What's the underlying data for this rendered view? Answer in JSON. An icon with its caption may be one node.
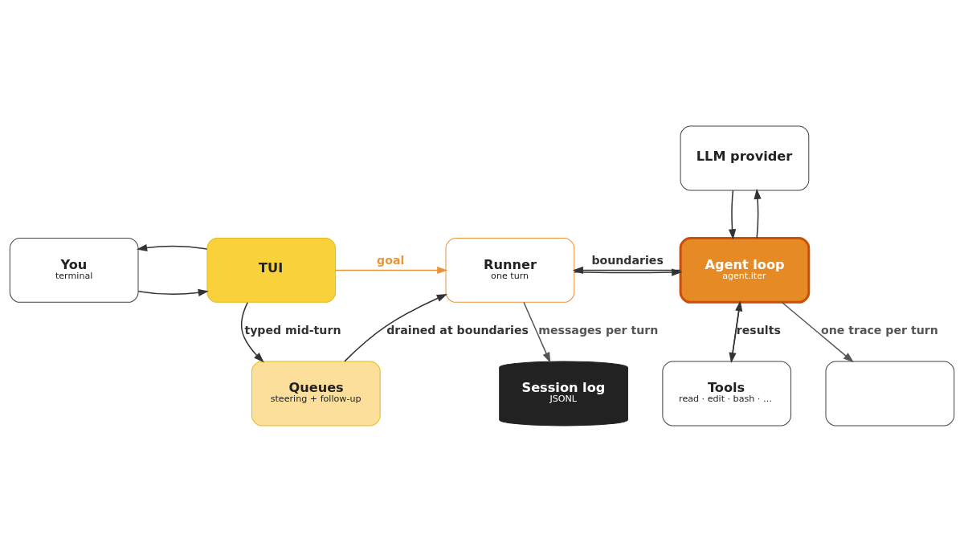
{
  "diagram": {
    "nodes": [
      {
        "text": [
          "You",
          "terminal"
        ]
      },
      {
        "text": [
          "TUI"
        ]
      },
      {
        "text": [
          "Runner",
          "one turn"
        ]
      },
      {
        "text": [
          "Agent loop",
          "agent.iter"
        ]
      },
      {
        "text": [
          "LLM provider"
        ]
      },
      {
        "text": [
          "Queues",
          "steering + follow-up"
        ]
      },
      {
        "text": [
          "Session log",
          "JSONL"
        ]
      },
      {
        "text": [
          "Tools",
          "read · edit · bash · …"
        ]
      },
      {
        "text": [],
        "shape": "box"
      }
    ],
    "edges": [
      {
        "from": 0,
        "to": 1,
        "arrow": "to"
      },
      {
        "from": 1,
        "to": 0,
        "arrow": "to"
      },
      {
        "from": 1,
        "to": 2,
        "arrow": "to",
        "label": "goal",
        "color": "#e8953a"
      },
      {
        "from": 2,
        "to": 3,
        "arrow": "to"
      },
      {
        "from": 3,
        "to": 2,
        "arrow": "to",
        "label": "boundaries"
      },
      {
        "from": 3,
        "to": 4,
        "arrow": "to"
      },
      {
        "from": 4,
        "to": 3,
        "arrow": "to"
      },
      {
        "from": 1,
        "to": 5,
        "arrow": "to",
        "label": "typed mid-turn"
      },
      {
        "from": 5,
        "to": 2,
        "arrow": "to",
        "label": "drained at boundaries"
      },
      {
        "from": 2,
        "to": 6,
        "arrow": "to",
        "label": "messages per turn",
        "color": "#555555"
      },
      {
        "from": 3,
        "to": 7,
        "arrow": "to"
      },
      {
        "from": 7,
        "to": 3,
        "arrow": "to",
        "label": "results"
      },
      {
        "from": 3,
        "to": 8,
        "arrow": "to",
        "label": "one trace per turn",
        "color": "#555555"
      }
    ]
  }
}
